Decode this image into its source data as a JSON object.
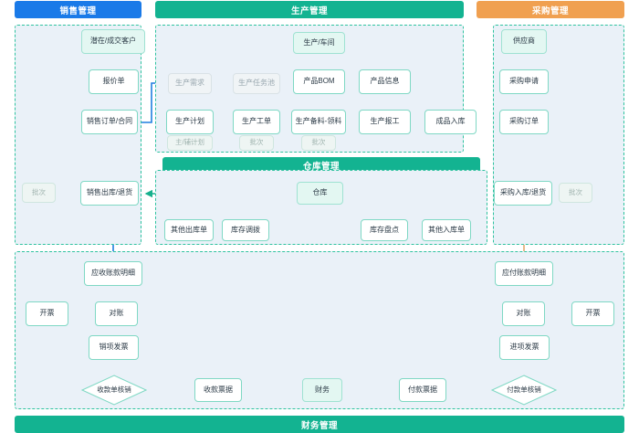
{
  "headers": {
    "sales": {
      "label": "销售管理",
      "color": "#1a7ae8"
    },
    "production": {
      "label": "生产管理",
      "color": "#13b391"
    },
    "purchase": {
      "label": "采购管理",
      "color": "#f0a050"
    },
    "warehouse": {
      "label": "仓库管理",
      "color": "#13b391"
    },
    "finance": {
      "label": "财务管理",
      "color": "#13b391"
    }
  },
  "sales": {
    "customer": "潜在/成交客户",
    "quotation": "报价单",
    "order": "销售订单/合同",
    "batch_tag": "批次",
    "outbound": "销售出库/退货"
  },
  "production": {
    "workshop": "生产/车间",
    "demand": "生产需求",
    "task_pool": "生产任务池",
    "bom": "产品BOM",
    "product_info": "产品信息",
    "plan": "生产计划",
    "plan_tag": "主/辅计划",
    "work_order": "生产工单",
    "work_order_tag": "批次",
    "prepare": "生产备料-领料",
    "prepare_tag": "批次",
    "report": "生产报工",
    "finished_in": "成品入库"
  },
  "purchase": {
    "supplier": "供应商",
    "request": "采购申请",
    "order": "采购订单",
    "inbound": "采购入库/退货",
    "batch_tag": "批次"
  },
  "warehouse": {
    "hub": "仓库",
    "other_out": "其他出库单",
    "transfer": "库存调拨",
    "stocktake": "库存盘点",
    "other_in": "其他入库单"
  },
  "finance": {
    "receivable_detail": "应收账款明细",
    "receivable_invoice_btn": "开票",
    "receivable_reconcile": "对账",
    "sales_invoice": "销项发票",
    "receipt_writeoff": "收款单核销",
    "receipt_voucher": "收款票据",
    "finance_hub": "财务",
    "payment_voucher": "付款票据",
    "payable_detail": "应付账款明细",
    "payable_reconcile": "对账",
    "payable_invoice_btn": "开票",
    "input_invoice": "进项发票",
    "payment_writeoff": "付款单核销"
  },
  "colors": {
    "blue_arrow": "#1f7fe0",
    "green_arrow": "#16b08d",
    "orange_arrow": "#e0a264",
    "dash_border": "#2fc39f",
    "panel_bg": "#eaf1f8"
  }
}
